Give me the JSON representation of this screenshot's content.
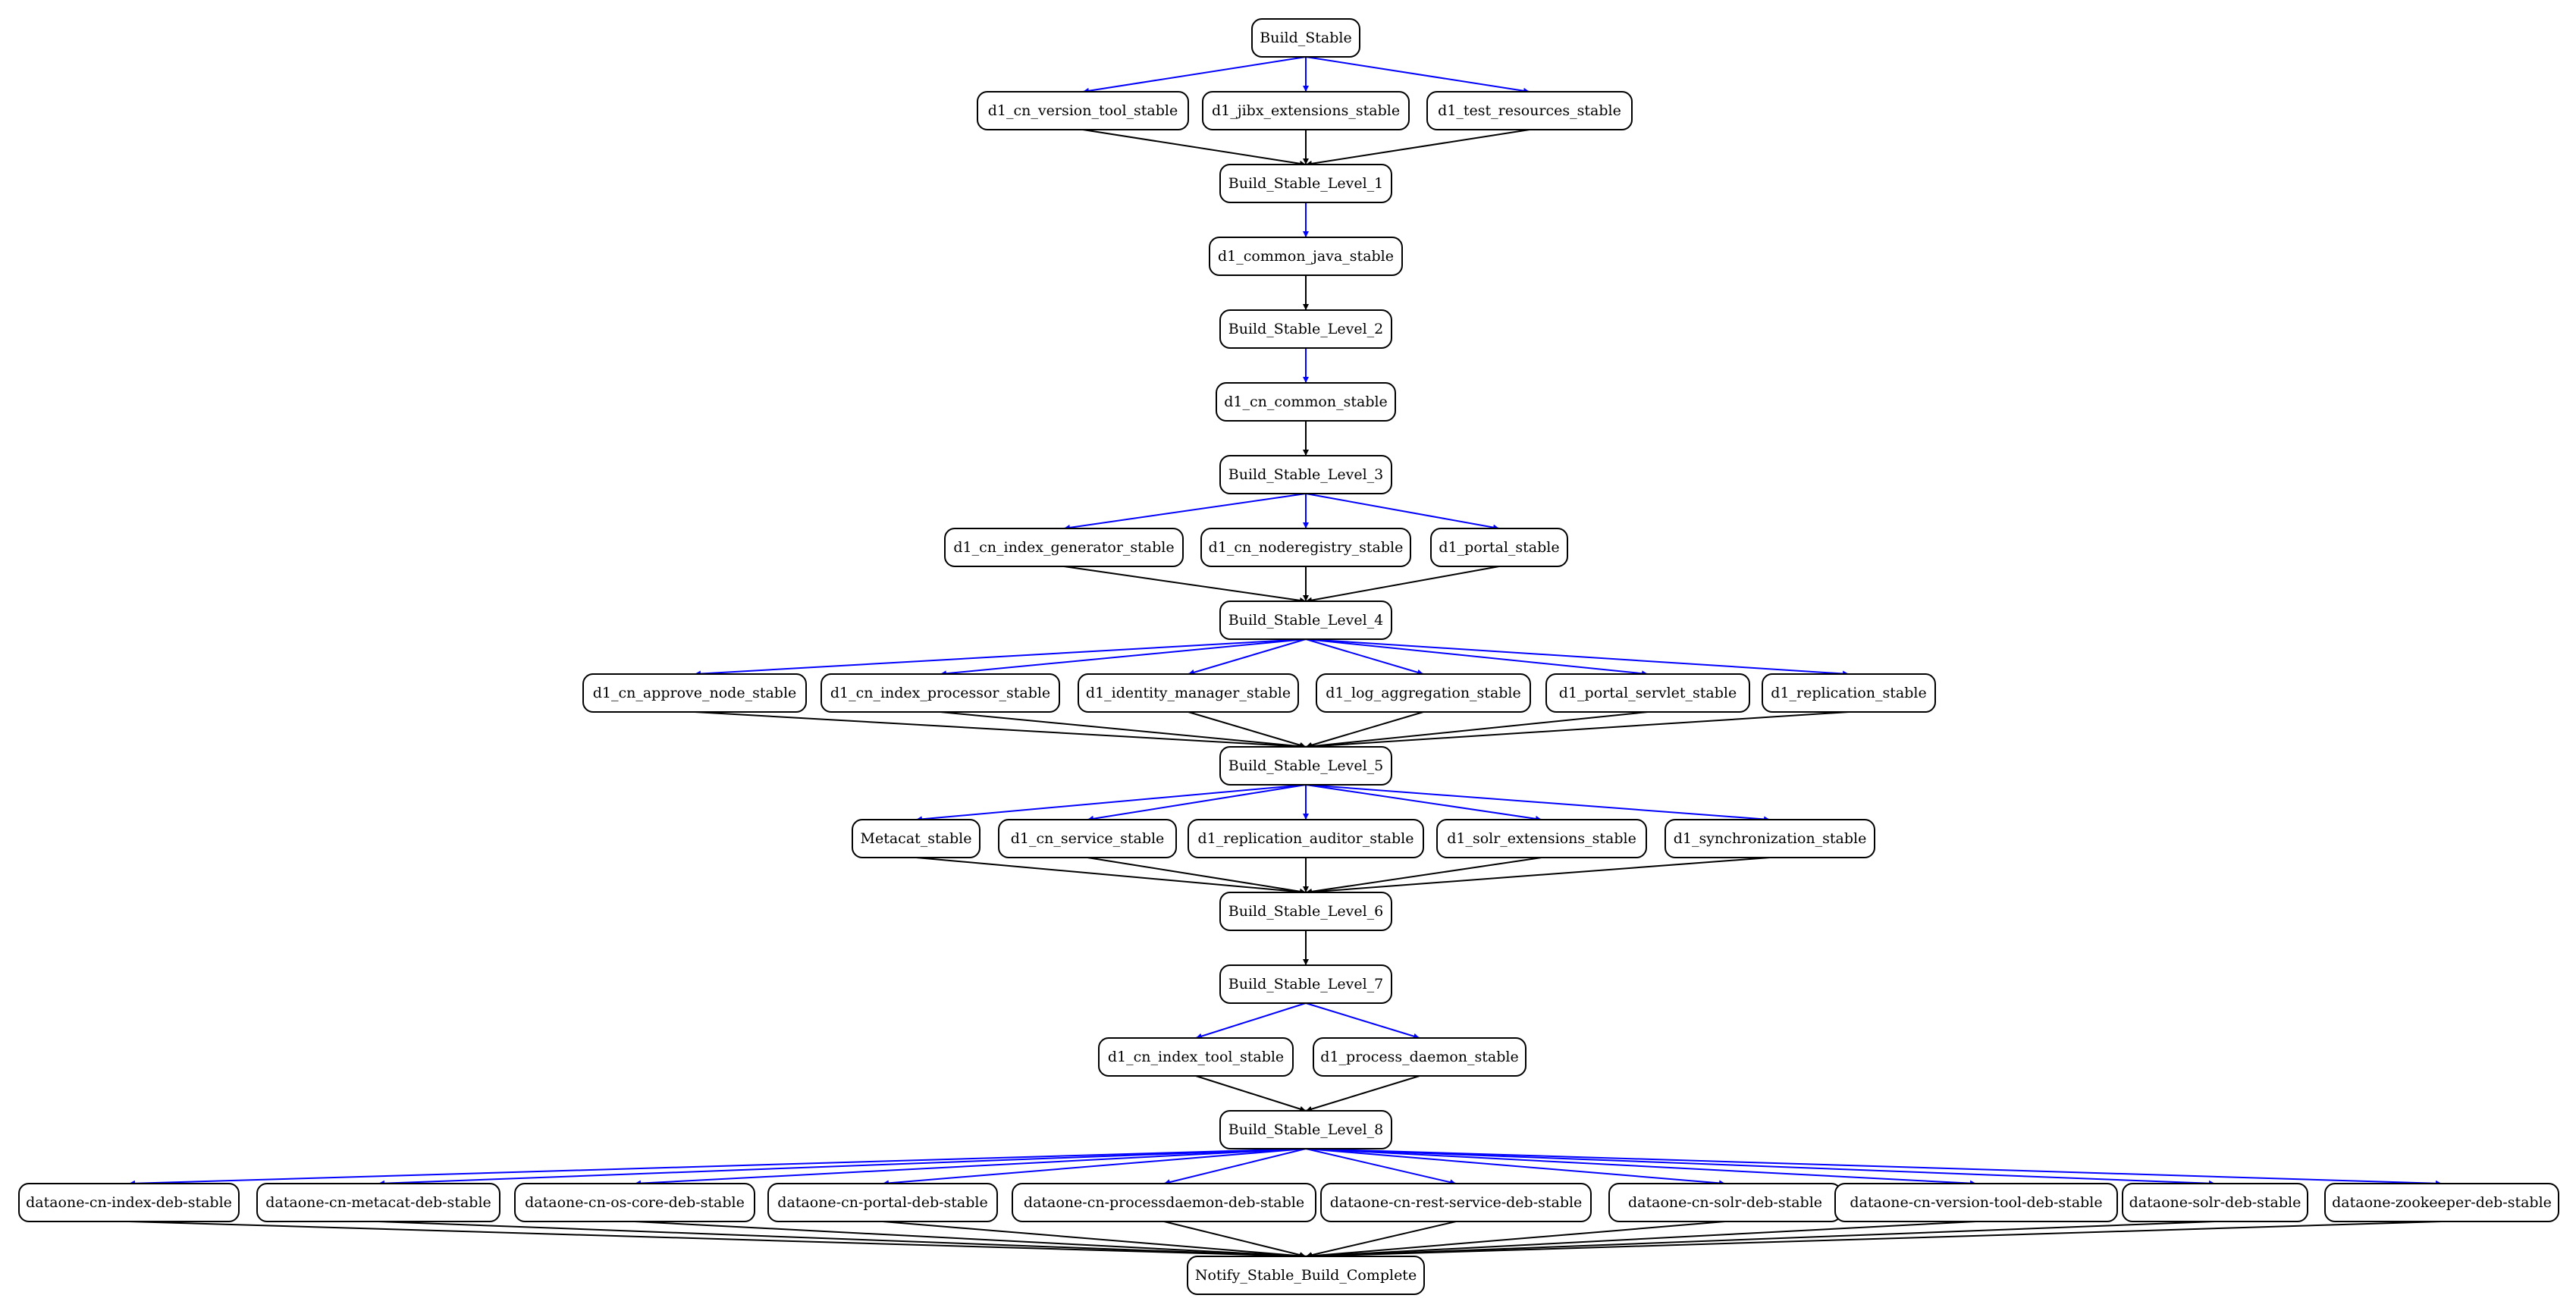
{
  "colors": {
    "trigger_edge": "#0000ff",
    "dependency_edge": "#000000",
    "node_border": "#000000",
    "background": "#ffffff"
  },
  "nodes": {
    "build_stable": "Build_Stable",
    "d1_cn_version_tool_stable": "d1_cn_version_tool_stable",
    "d1_jibx_extensions_stable": "d1_jibx_extensions_stable",
    "d1_test_resources_stable": "d1_test_resources_stable",
    "build_stable_level_1": "Build_Stable_Level_1",
    "d1_common_java_stable": "d1_common_java_stable",
    "build_stable_level_2": "Build_Stable_Level_2",
    "d1_cn_common_stable": "d1_cn_common_stable",
    "build_stable_level_3": "Build_Stable_Level_3",
    "d1_cn_index_generator_stable": "d1_cn_index_generator_stable",
    "d1_cn_noderegistry_stable": "d1_cn_noderegistry_stable",
    "d1_portal_stable": "d1_portal_stable",
    "build_stable_level_4": "Build_Stable_Level_4",
    "d1_cn_approve_node_stable": "d1_cn_approve_node_stable",
    "d1_cn_index_processor_stable": "d1_cn_index_processor_stable",
    "d1_identity_manager_stable": "d1_identity_manager_stable",
    "d1_log_aggregation_stable": "d1_log_aggregation_stable",
    "d1_portal_servlet_stable": "d1_portal_servlet_stable",
    "d1_replication_stable": "d1_replication_stable",
    "build_stable_level_5": "Build_Stable_Level_5",
    "metacat_stable": "Metacat_stable",
    "d1_cn_service_stable": "d1_cn_service_stable",
    "d1_replication_auditor_stable": "d1_replication_auditor_stable",
    "d1_solr_extensions_stable": "d1_solr_extensions_stable",
    "d1_synchronization_stable": "d1_synchronization_stable",
    "build_stable_level_6": "Build_Stable_Level_6",
    "build_stable_level_7": "Build_Stable_Level_7",
    "d1_cn_index_tool_stable": "d1_cn_index_tool_stable",
    "d1_process_daemon_stable": "d1_process_daemon_stable",
    "build_stable_level_8": "Build_Stable_Level_8",
    "dataone_cn_index_deb_stable": "dataone-cn-index-deb-stable",
    "dataone_cn_metacat_deb_stable": "dataone-cn-metacat-deb-stable",
    "dataone_cn_os_core_deb_stable": "dataone-cn-os-core-deb-stable",
    "dataone_cn_portal_deb_stable": "dataone-cn-portal-deb-stable",
    "dataone_cn_processdaemon_deb_stable": "dataone-cn-processdaemon-deb-stable",
    "dataone_cn_rest_service_deb_stable": "dataone-cn-rest-service-deb-stable",
    "dataone_cn_solr_deb_stable": "dataone-cn-solr-deb-stable",
    "dataone_cn_version_tool_deb_stable": "dataone-cn-version-tool-deb-stable",
    "dataone_solr_deb_stable": "dataone-solr-deb-stable",
    "dataone_zookeeper_deb_stable": "dataone-zookeeper-deb-stable",
    "notify_stable_build_complete": "Notify_Stable_Build_Complete"
  },
  "edges": [
    {
      "from": "build_stable",
      "to": "d1_cn_version_tool_stable",
      "kind": "trigger"
    },
    {
      "from": "build_stable",
      "to": "d1_jibx_extensions_stable",
      "kind": "trigger"
    },
    {
      "from": "build_stable",
      "to": "d1_test_resources_stable",
      "kind": "trigger"
    },
    {
      "from": "d1_cn_version_tool_stable",
      "to": "build_stable_level_1",
      "kind": "dependency"
    },
    {
      "from": "d1_jibx_extensions_stable",
      "to": "build_stable_level_1",
      "kind": "dependency"
    },
    {
      "from": "d1_test_resources_stable",
      "to": "build_stable_level_1",
      "kind": "dependency"
    },
    {
      "from": "build_stable_level_1",
      "to": "d1_common_java_stable",
      "kind": "trigger"
    },
    {
      "from": "d1_common_java_stable",
      "to": "build_stable_level_2",
      "kind": "dependency"
    },
    {
      "from": "build_stable_level_2",
      "to": "d1_cn_common_stable",
      "kind": "trigger"
    },
    {
      "from": "d1_cn_common_stable",
      "to": "build_stable_level_3",
      "kind": "dependency"
    },
    {
      "from": "build_stable_level_3",
      "to": "d1_cn_index_generator_stable",
      "kind": "trigger"
    },
    {
      "from": "build_stable_level_3",
      "to": "d1_cn_noderegistry_stable",
      "kind": "trigger"
    },
    {
      "from": "build_stable_level_3",
      "to": "d1_portal_stable",
      "kind": "trigger"
    },
    {
      "from": "d1_cn_index_generator_stable",
      "to": "build_stable_level_4",
      "kind": "dependency"
    },
    {
      "from": "d1_cn_noderegistry_stable",
      "to": "build_stable_level_4",
      "kind": "dependency"
    },
    {
      "from": "d1_portal_stable",
      "to": "build_stable_level_4",
      "kind": "dependency"
    },
    {
      "from": "build_stable_level_4",
      "to": "d1_cn_approve_node_stable",
      "kind": "trigger"
    },
    {
      "from": "build_stable_level_4",
      "to": "d1_cn_index_processor_stable",
      "kind": "trigger"
    },
    {
      "from": "build_stable_level_4",
      "to": "d1_identity_manager_stable",
      "kind": "trigger"
    },
    {
      "from": "build_stable_level_4",
      "to": "d1_log_aggregation_stable",
      "kind": "trigger"
    },
    {
      "from": "build_stable_level_4",
      "to": "d1_portal_servlet_stable",
      "kind": "trigger"
    },
    {
      "from": "build_stable_level_4",
      "to": "d1_replication_stable",
      "kind": "trigger"
    },
    {
      "from": "d1_cn_approve_node_stable",
      "to": "build_stable_level_5",
      "kind": "dependency"
    },
    {
      "from": "d1_cn_index_processor_stable",
      "to": "build_stable_level_5",
      "kind": "dependency"
    },
    {
      "from": "d1_identity_manager_stable",
      "to": "build_stable_level_5",
      "kind": "dependency"
    },
    {
      "from": "d1_log_aggregation_stable",
      "to": "build_stable_level_5",
      "kind": "dependency"
    },
    {
      "from": "d1_portal_servlet_stable",
      "to": "build_stable_level_5",
      "kind": "dependency"
    },
    {
      "from": "d1_replication_stable",
      "to": "build_stable_level_5",
      "kind": "dependency"
    },
    {
      "from": "build_stable_level_5",
      "to": "metacat_stable",
      "kind": "trigger"
    },
    {
      "from": "build_stable_level_5",
      "to": "d1_cn_service_stable",
      "kind": "trigger"
    },
    {
      "from": "build_stable_level_5",
      "to": "d1_replication_auditor_stable",
      "kind": "trigger"
    },
    {
      "from": "build_stable_level_5",
      "to": "d1_solr_extensions_stable",
      "kind": "trigger"
    },
    {
      "from": "build_stable_level_5",
      "to": "d1_synchronization_stable",
      "kind": "trigger"
    },
    {
      "from": "metacat_stable",
      "to": "build_stable_level_6",
      "kind": "dependency"
    },
    {
      "from": "d1_cn_service_stable",
      "to": "build_stable_level_6",
      "kind": "dependency"
    },
    {
      "from": "d1_replication_auditor_stable",
      "to": "build_stable_level_6",
      "kind": "dependency"
    },
    {
      "from": "d1_solr_extensions_stable",
      "to": "build_stable_level_6",
      "kind": "dependency"
    },
    {
      "from": "d1_synchronization_stable",
      "to": "build_stable_level_6",
      "kind": "dependency"
    },
    {
      "from": "build_stable_level_6",
      "to": "build_stable_level_7",
      "kind": "dependency"
    },
    {
      "from": "build_stable_level_7",
      "to": "d1_cn_index_tool_stable",
      "kind": "trigger"
    },
    {
      "from": "build_stable_level_7",
      "to": "d1_process_daemon_stable",
      "kind": "trigger"
    },
    {
      "from": "d1_cn_index_tool_stable",
      "to": "build_stable_level_8",
      "kind": "dependency"
    },
    {
      "from": "d1_process_daemon_stable",
      "to": "build_stable_level_8",
      "kind": "dependency"
    },
    {
      "from": "build_stable_level_8",
      "to": "dataone_cn_index_deb_stable",
      "kind": "trigger"
    },
    {
      "from": "build_stable_level_8",
      "to": "dataone_cn_metacat_deb_stable",
      "kind": "trigger"
    },
    {
      "from": "build_stable_level_8",
      "to": "dataone_cn_os_core_deb_stable",
      "kind": "trigger"
    },
    {
      "from": "build_stable_level_8",
      "to": "dataone_cn_portal_deb_stable",
      "kind": "trigger"
    },
    {
      "from": "build_stable_level_8",
      "to": "dataone_cn_processdaemon_deb_stable",
      "kind": "trigger"
    },
    {
      "from": "build_stable_level_8",
      "to": "dataone_cn_rest_service_deb_stable",
      "kind": "trigger"
    },
    {
      "from": "build_stable_level_8",
      "to": "dataone_cn_solr_deb_stable",
      "kind": "trigger"
    },
    {
      "from": "build_stable_level_8",
      "to": "dataone_cn_version_tool_deb_stable",
      "kind": "trigger"
    },
    {
      "from": "build_stable_level_8",
      "to": "dataone_solr_deb_stable",
      "kind": "trigger"
    },
    {
      "from": "build_stable_level_8",
      "to": "dataone_zookeeper_deb_stable",
      "kind": "trigger"
    },
    {
      "from": "dataone_cn_index_deb_stable",
      "to": "notify_stable_build_complete",
      "kind": "dependency"
    },
    {
      "from": "dataone_cn_metacat_deb_stable",
      "to": "notify_stable_build_complete",
      "kind": "dependency"
    },
    {
      "from": "dataone_cn_os_core_deb_stable",
      "to": "notify_stable_build_complete",
      "kind": "dependency"
    },
    {
      "from": "dataone_cn_portal_deb_stable",
      "to": "notify_stable_build_complete",
      "kind": "dependency"
    },
    {
      "from": "dataone_cn_processdaemon_deb_stable",
      "to": "notify_stable_build_complete",
      "kind": "dependency"
    },
    {
      "from": "dataone_cn_rest_service_deb_stable",
      "to": "notify_stable_build_complete",
      "kind": "dependency"
    },
    {
      "from": "dataone_cn_solr_deb_stable",
      "to": "notify_stable_build_complete",
      "kind": "dependency"
    },
    {
      "from": "dataone_cn_version_tool_deb_stable",
      "to": "notify_stable_build_complete",
      "kind": "dependency"
    },
    {
      "from": "dataone_solr_deb_stable",
      "to": "notify_stable_build_complete",
      "kind": "dependency"
    },
    {
      "from": "dataone_zookeeper_deb_stable",
      "to": "notify_stable_build_complete",
      "kind": "dependency"
    }
  ]
}
